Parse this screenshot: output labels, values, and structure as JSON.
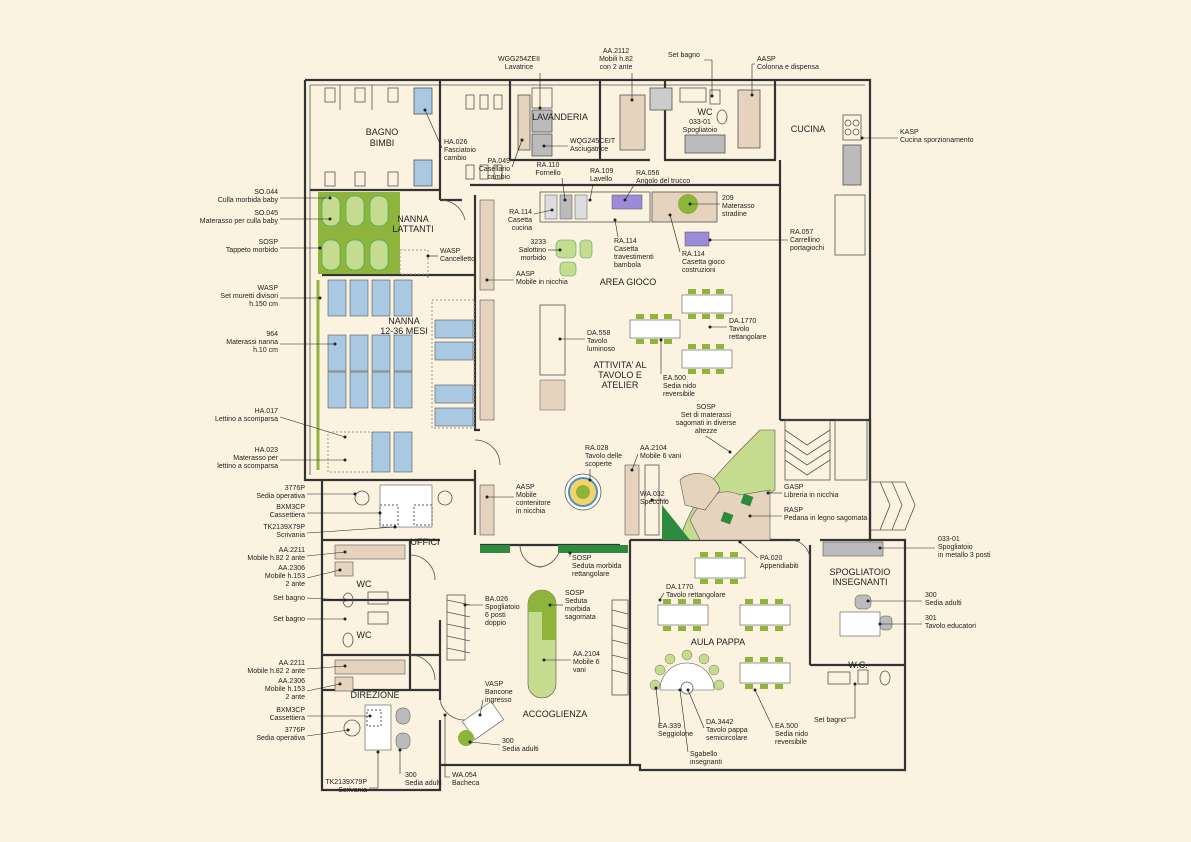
{
  "colors": {
    "background": "#fbf3e0",
    "green": "#8fb43c",
    "light_green": "#c5dc8e",
    "dark_green": "#2e8a3f",
    "blue": "#a9c8e2",
    "tan": "#e6d3bd",
    "purple": "#9b8bd8"
  },
  "rooms": {
    "bagno_bimbi": [
      "BAGNO",
      "BIMBI"
    ],
    "lavanderia": "LAVANDERIA",
    "wc_top": [
      "WC",
      "033-01",
      "Spogliatoio"
    ],
    "cucina": "CUCINA",
    "nanna_lattanti": [
      "NANNA",
      "LATTANTI"
    ],
    "area_gioco": "AREA GIOCO",
    "nanna_mesi": [
      "NANNA",
      "12-36 MESI"
    ],
    "attivita": [
      "ATTIVITA' AL",
      "TAVOLO E",
      "ATELIER"
    ],
    "uffici": "UFFICI",
    "wc1": "WC",
    "wc2": "WC",
    "direzione": "DIREZIONE",
    "accoglienza": "ACCOGLIENZA",
    "aula_pappa": "AULA PAPPA",
    "spogliatoio_insegnanti": [
      "SPOGLIATOIO",
      "INSEGNANTI"
    ],
    "wc_right": "W.C."
  },
  "labels_left": [
    [
      "SO.044",
      "Culla morbida baby"
    ],
    [
      "SO.045",
      "Materasso per culla baby"
    ],
    [
      "SOSP",
      "Tappeto morbido"
    ],
    [
      "WASP",
      "Set muretti divisori",
      "h.150 cm"
    ],
    [
      "964",
      "Materassi nanna",
      "h.10 cm"
    ],
    [
      "HA.017",
      "Lettino a scomparsa"
    ],
    [
      "HA.023",
      "Materasso per",
      "lettino a scomparsa"
    ],
    [
      "3776P",
      "Sedia operativa"
    ],
    [
      "BXM3CP",
      "Cassettiera"
    ],
    [
      "TK2139X79P",
      "Scrivania"
    ],
    [
      "AA.2211",
      "Mobile h.82 2 ante"
    ],
    [
      "AA.2306",
      "Mobile h.153",
      "2 ante"
    ],
    [
      "Set bagno"
    ],
    [
      "Set bagno"
    ],
    [
      "AA.2211",
      "Mobile h.82 2 ante"
    ],
    [
      "AA.2306",
      "Mobile h.153",
      "2 ante"
    ],
    [
      "BXM3CP",
      "Cassettiera"
    ],
    [
      "3776P",
      "Sedia operativa"
    ]
  ],
  "labels_top": [
    [
      "WGG254ZEII",
      "Lavatrice"
    ],
    [
      "AA.2112",
      "Mobili h.82",
      "con 2 ante"
    ],
    [
      "Set bagno"
    ],
    [
      "AASP",
      "Colonna e dispensa"
    ]
  ],
  "labels_right": [
    [
      "KASP",
      "Cucina sporzionamento"
    ],
    [
      "033-01",
      "Spogliatoio",
      "in metallo 3 posti"
    ],
    [
      "300",
      "Sedia adulti"
    ],
    [
      "301",
      "Tavolo educatori"
    ]
  ],
  "labels_inner": [
    [
      "HA.026",
      "Fasciatoio",
      "cambio"
    ],
    [
      "PA.049",
      "Casellario",
      "cambio"
    ],
    [
      "WQG245CEIT",
      "Asciugatrice"
    ],
    [
      "RA.110",
      "Fornello"
    ],
    [
      "RA.109",
      "Lavello"
    ],
    [
      "RA.056",
      "Angolo del trucco"
    ],
    [
      "RA.114",
      "Casetta",
      "cucina"
    ],
    [
      "209",
      "Materasso",
      "stradine"
    ],
    [
      "WASP",
      "Cancelletto"
    ],
    [
      "3233",
      "Salottino",
      "morbido"
    ],
    [
      "RA.114",
      "Casetta",
      "travestimenti",
      "bambola"
    ],
    [
      "RA.114",
      "Casetta gioco",
      "costruzioni"
    ],
    [
      "RA.057",
      "Carrellino",
      "portagiochi"
    ],
    [
      "AASP",
      "Mobile in nicchia"
    ],
    [
      "DA.558",
      "Tavolo",
      "luminoso"
    ],
    [
      "DA.1770",
      "Tavolo",
      "rettangolare"
    ],
    [
      "EA.500",
      "Sedia nido",
      "reversibile"
    ],
    [
      "SOSP",
      "Set di materassi",
      "sagomati in diverse",
      "altezze"
    ],
    [
      "RA.028",
      "Tavolo delle",
      "scoperte"
    ],
    [
      "AA.2104",
      "Mobile 6 vani"
    ],
    [
      "AASP",
      "Mobile",
      "contenitore",
      "in nicchia"
    ],
    [
      "WA.032",
      "Specchio"
    ],
    [
      "GASP",
      "Libreria in nicchia"
    ],
    [
      "RASP",
      "Pedana in legno sagomata"
    ],
    [
      "SOSP",
      "Seduta morbida",
      "rettangolare"
    ],
    [
      "PA.020",
      "Appendiabiti"
    ],
    [
      "DA.1770",
      "Tavolo rettangolare"
    ],
    [
      "BA.026",
      "Spogliatoio",
      "6 posti",
      "doppio"
    ],
    [
      "SOSP",
      "Seduta",
      "morbida",
      "sagomata"
    ],
    [
      "AA.2104",
      "Mobile 6",
      "vani"
    ],
    [
      "VASP",
      "Bancone",
      "ingresso"
    ],
    [
      "300",
      "Sedia adulti"
    ]
  ],
  "labels_bottom": [
    [
      "TK2139X79P",
      "Scrivania"
    ],
    [
      "300",
      "Sedia adulti"
    ],
    [
      "WA.054",
      "Bacheca"
    ],
    [
      "EA.339",
      "Seggiolone"
    ],
    [
      "DA.3442",
      "Tavolo pappa",
      "semicircolare"
    ],
    [
      "Sgabello",
      "insegnanti"
    ],
    [
      "EA.500",
      "Sedia nido",
      "reversibile"
    ],
    [
      "Set bagno"
    ]
  ]
}
